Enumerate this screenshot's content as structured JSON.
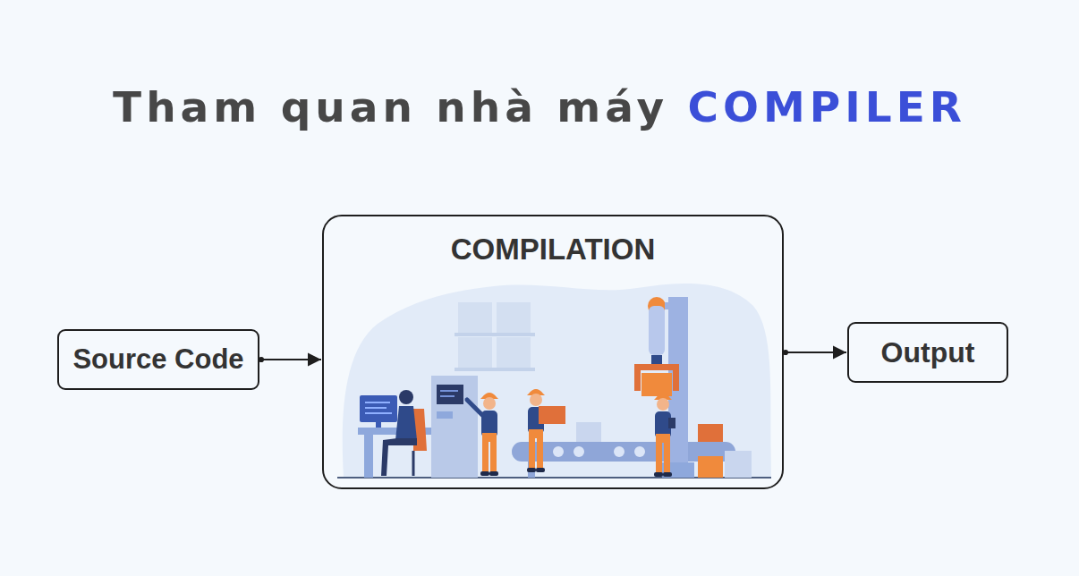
{
  "diagram": {
    "title": "Tham quan nhà máy COMPILER",
    "nodes": [
      {
        "text": [
          "Source Code"
        ]
      },
      {
        "text": [
          "COMPILATION"
        ]
      },
      {
        "text": [
          "Output"
        ]
      }
    ],
    "edges": [
      {
        "from": 0,
        "to": 1,
        "arrow": "to"
      },
      {
        "from": 1,
        "to": 2,
        "arrow": "to"
      }
    ]
  }
}
